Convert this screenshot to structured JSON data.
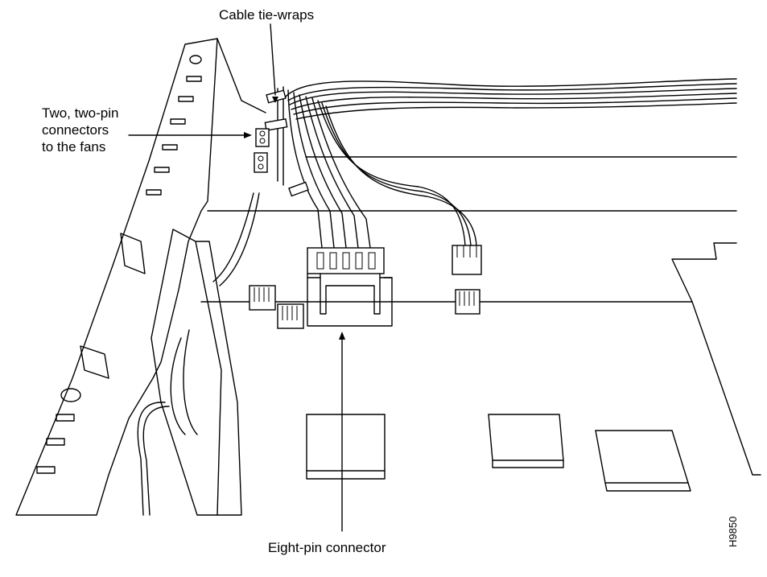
{
  "labels": {
    "cable_tie_wraps": "Cable tie-wraps",
    "fan_connectors_line1": "Two, two-pin",
    "fan_connectors_line2": "connectors",
    "fan_connectors_line3": "to the fans",
    "eight_pin_connector": "Eight-pin connector",
    "figure_id": "H9850"
  }
}
